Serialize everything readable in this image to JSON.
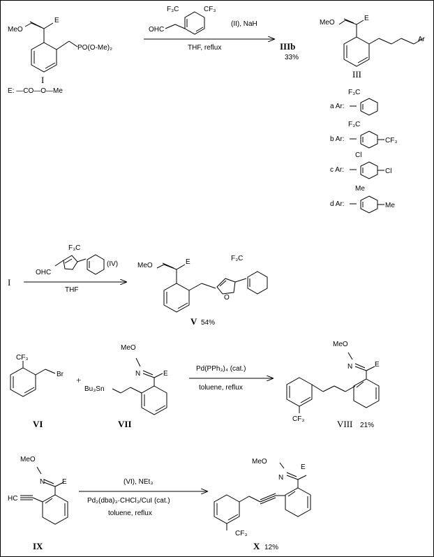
{
  "scheme1": {
    "reagent_top_cf3_a": "F₃C",
    "reagent_top_cf3_b": "CF₃",
    "reagent_top_ohc": "OHC",
    "reagent_top_ii": "(II), NaH",
    "arrow_below": "THF, reflux",
    "product_tag": "IIIb",
    "yield": "33%",
    "sm_meo": "MeO",
    "sm_e": "E",
    "sm_phosphonate": "PO(O-Me)₂",
    "sm_label": "I",
    "e_definition": "E: —CO—O—Me",
    "prod_meo": "MeO",
    "prod_e": "E",
    "prod_ar": "Ar",
    "prod_label": "III",
    "variants": [
      {
        "tag": "a Ar:",
        "subs": [
          "F₃C"
        ]
      },
      {
        "tag": "b Ar:",
        "subs": [
          "F₃C",
          "CF₃"
        ]
      },
      {
        "tag": "c Ar:",
        "subs": [
          "Cl",
          "Cl"
        ]
      },
      {
        "tag": "d Ar:",
        "subs": [
          "Me",
          "Me"
        ]
      }
    ]
  },
  "scheme2": {
    "sm": "I",
    "reagent_cf3": "F₃C",
    "reagent_ohc": "OHC",
    "reagent_tag": "(IV)",
    "arrow_below": "THF",
    "prod_meo": "MeO",
    "prod_e": "E",
    "prod_cf3": "F₃C",
    "prod_o": "O",
    "prod_label": "V",
    "prod_yield": "54%"
  },
  "scheme3": {
    "a_cf3": "CF₃",
    "a_br": "Br",
    "a_label": "VI",
    "plus": "+",
    "b_meo": "MeO",
    "b_n": "N",
    "b_e": "E",
    "b_sn": "Bu₃Sn",
    "b_label": "VII",
    "arrow_above": "Pd(PPh₃)₄ (cat.)",
    "arrow_below": "toluene, reflux",
    "p_meo": "MeO",
    "p_n": "N",
    "p_e": "E",
    "p_cf3": "CF₃",
    "p_label": "VIII",
    "p_yield": "21%"
  },
  "scheme4": {
    "a_meo": "MeO",
    "a_n": "N",
    "a_e": "E",
    "a_hc": "HC",
    "a_label": "IX",
    "arrow_above": "(VI), NEt₃",
    "arrow_mid": "Pd₂(dba)₃·CHCl₃/CuI (cat.)",
    "arrow_below": "toluene, reflux",
    "p_meo": "MeO",
    "p_n": "N",
    "p_e": "E",
    "p_cf3": "CF₃",
    "p_label": "X",
    "p_yield": "12%"
  }
}
